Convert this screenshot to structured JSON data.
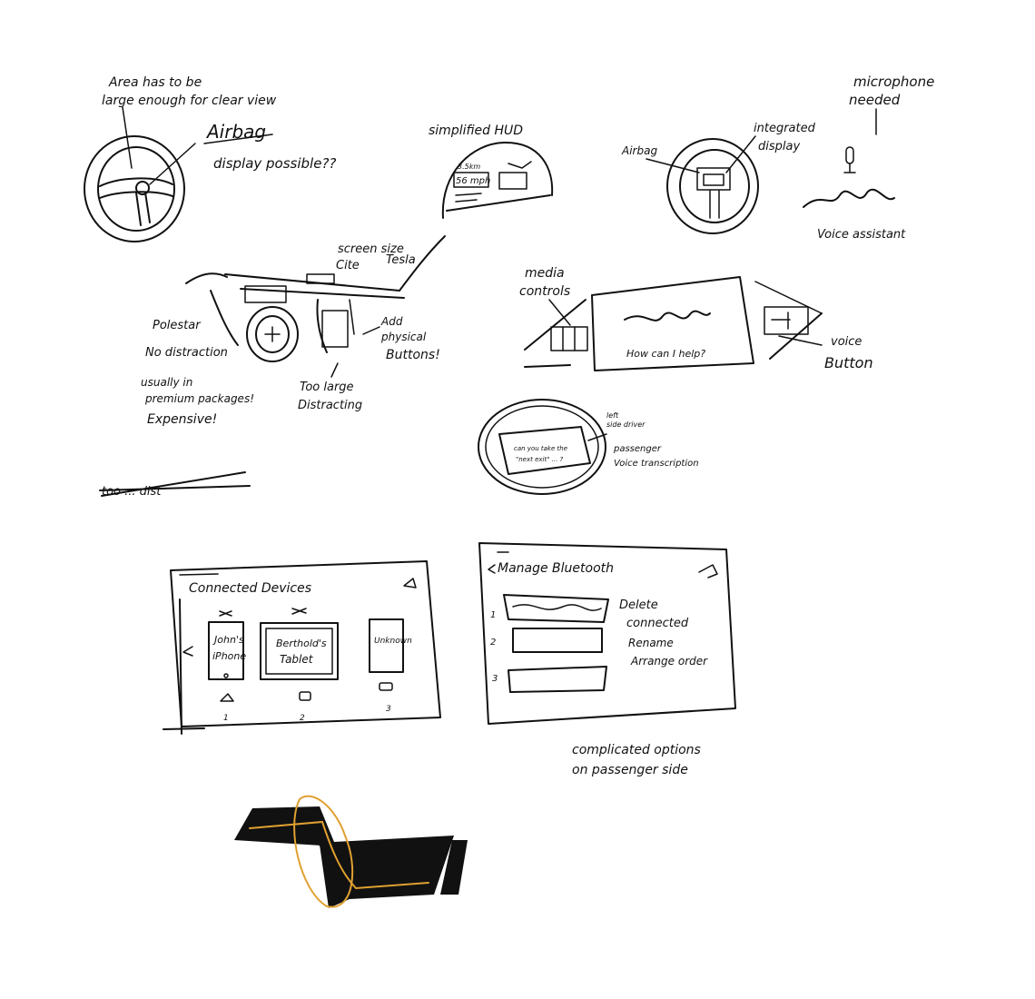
{
  "colors": {
    "ink": "#111111",
    "paper": "#ffffff",
    "accent": "#e0a030"
  },
  "notes": {
    "area_line1": "Area has to be",
    "area_line2": "large enough for clear view",
    "airbag_title": "Airbag",
    "display_possible": "display possible??",
    "simplified_hud": "simplified HUD",
    "hud_speed": "56 mph",
    "hud_small": "3.5km",
    "microphone_line1": "microphone",
    "microphone_line2": "needed",
    "airbag_small": "Airbag",
    "integrated_line1": "integrated",
    "integrated_line2": "display",
    "voice_assistant": "Voice assistant",
    "screen_size_line1": "screen size",
    "screen_size_line2": "Cite",
    "tesla": "Tesla",
    "polestar_left": "Polestar",
    "no_distraction": "No distraction",
    "usually_line1": "usually in",
    "usually_line2": "premium packages!",
    "usually_line3": "Expensive!",
    "add_line1": "Add",
    "add_line2": "physical",
    "add_line3": "Buttons!",
    "too_large_line1": "Too large",
    "too_large_line2": "Distracting",
    "media_line1": "media",
    "media_line2": "controls",
    "how_can_i_help": "How can I help?",
    "voice_line1": "voice",
    "voice_line2": "Button",
    "bubble_text_line1": "can you take the",
    "bubble_text_line2": "\"next exit\" ... ?",
    "left_side_line1": "left",
    "left_side_line2": "side driver",
    "passenger_line1": "passenger",
    "passenger_line2": "Voice transcription",
    "struck_text": "too ... dist",
    "complicated_line1": "complicated options",
    "complicated_line2": "on passenger side"
  },
  "connected_devices": {
    "title": "Connected Devices",
    "devices": [
      {
        "line1": "John's",
        "line2": "iPhone",
        "index": "1"
      },
      {
        "line1": "Berthold's",
        "line2": "Tablet",
        "index": "2"
      },
      {
        "line1": "Unknown",
        "line2": "",
        "index": "3"
      }
    ]
  },
  "manage_bluetooth": {
    "title": "Manage Bluetooth",
    "rows": [
      "1",
      "2",
      "3"
    ],
    "options": [
      "Delete",
      "connected",
      "Rename",
      "Arrange order"
    ]
  }
}
